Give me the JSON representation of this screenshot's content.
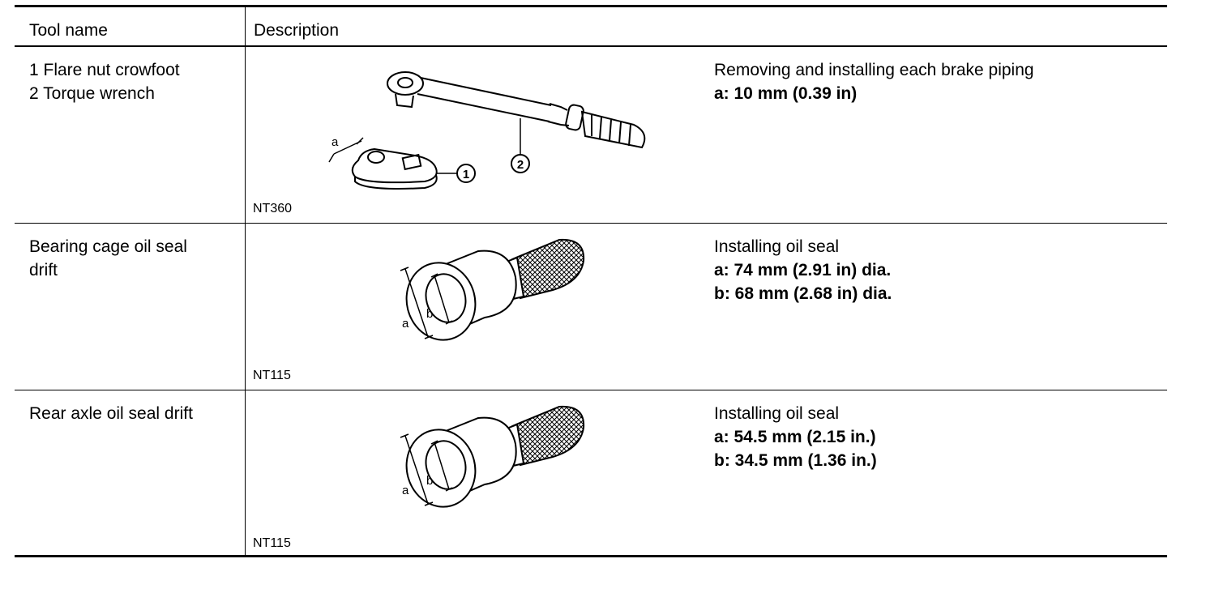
{
  "table": {
    "headers": {
      "tool_name": "Tool name",
      "description": "Description"
    },
    "rows": [
      {
        "name_lines": [
          "1 Flare nut crowfoot",
          "2 Torque wrench"
        ],
        "figure_code": "NT360",
        "figure_labels": {
          "a": "a",
          "part1": "1",
          "part2": "2"
        },
        "desc_title": "Removing and installing each brake piping",
        "specs": [
          "a: 10 mm (0.39 in)"
        ]
      },
      {
        "name_lines": [
          "Bearing cage oil seal",
          "drift"
        ],
        "figure_code": "NT115",
        "figure_labels": {
          "a": "a",
          "b": "b"
        },
        "desc_title": "Installing oil seal",
        "specs": [
          "a: 74 mm (2.91 in) dia.",
          "b: 68 mm (2.68 in) dia."
        ]
      },
      {
        "name_lines": [
          "Rear axle oil seal drift"
        ],
        "figure_code": "NT115",
        "figure_labels": {
          "a": "a",
          "b": "b"
        },
        "desc_title": "Installing oil seal",
        "specs": [
          "a: 54.5 mm (2.15 in.)",
          "b: 34.5 mm (1.36 in.)"
        ]
      }
    ]
  },
  "icons": {
    "row1": "torque-wrench-and-crowfoot-illustration",
    "row2": "oil-seal-drift-illustration",
    "row3": "oil-seal-drift-illustration"
  },
  "colors": {
    "ink": "#000000",
    "paper": "#ffffff"
  }
}
